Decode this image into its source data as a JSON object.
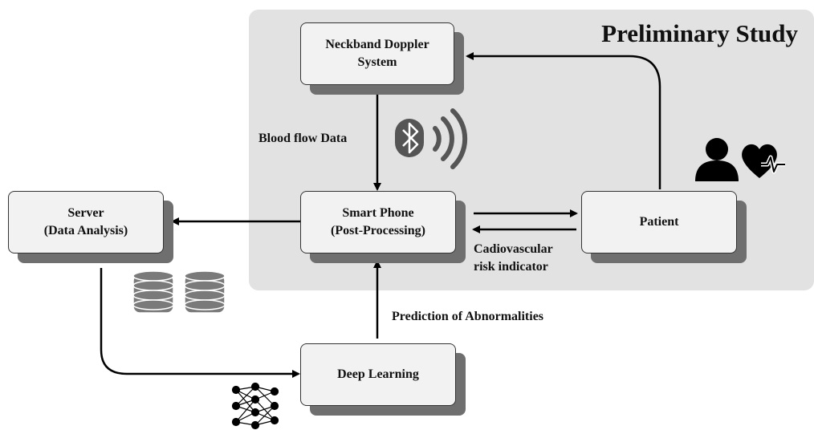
{
  "region": {
    "title": "Preliminary Study"
  },
  "nodes": {
    "neckband": "Neckband Doppler\nSystem",
    "smartphone": "Smart Phone\n(Post-Processing)",
    "server": "Server\n(Data Analysis)",
    "patient": "Patient",
    "deep_learning": "Deep Learning"
  },
  "edge_labels": {
    "blood_flow": "Blood flow Data",
    "risk": "Cadiovascular\nrisk indicator",
    "prediction": "Prediction of Abnormalities"
  },
  "icons": [
    "bluetooth-icon",
    "wireless-signal-icon",
    "person-icon",
    "heart-rate-icon",
    "database-icon",
    "neural-network-icon"
  ]
}
